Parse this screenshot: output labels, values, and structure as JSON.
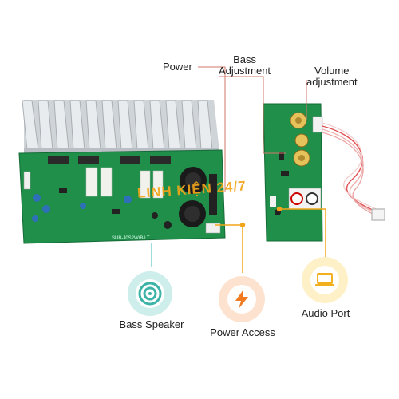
{
  "callouts": {
    "power": "Power",
    "bass_adjustment": "Bass\nAdjustment",
    "volume_adjustment": "Volume\nadjustment"
  },
  "features": [
    {
      "label": "Bass Speaker",
      "icon": "speaker-icon",
      "color": "#cdeeea",
      "accent": "#3bb3a6"
    },
    {
      "label": "Power Access",
      "icon": "lightning-icon",
      "color": "#fde3cf",
      "accent": "#f27a21"
    },
    {
      "label": "Audio Port",
      "icon": "laptop-icon",
      "color": "#fff1c7",
      "accent": "#f2b01e"
    }
  ],
  "watermark": "LINH KIỆN 24/7",
  "board_text": {
    "main_silk": "SUB-J0S2W/B/LT"
  },
  "colors": {
    "pcb_green": "#1f8f4a",
    "heatsink": "#d9dde0",
    "leader_line": "#d07a6a"
  }
}
